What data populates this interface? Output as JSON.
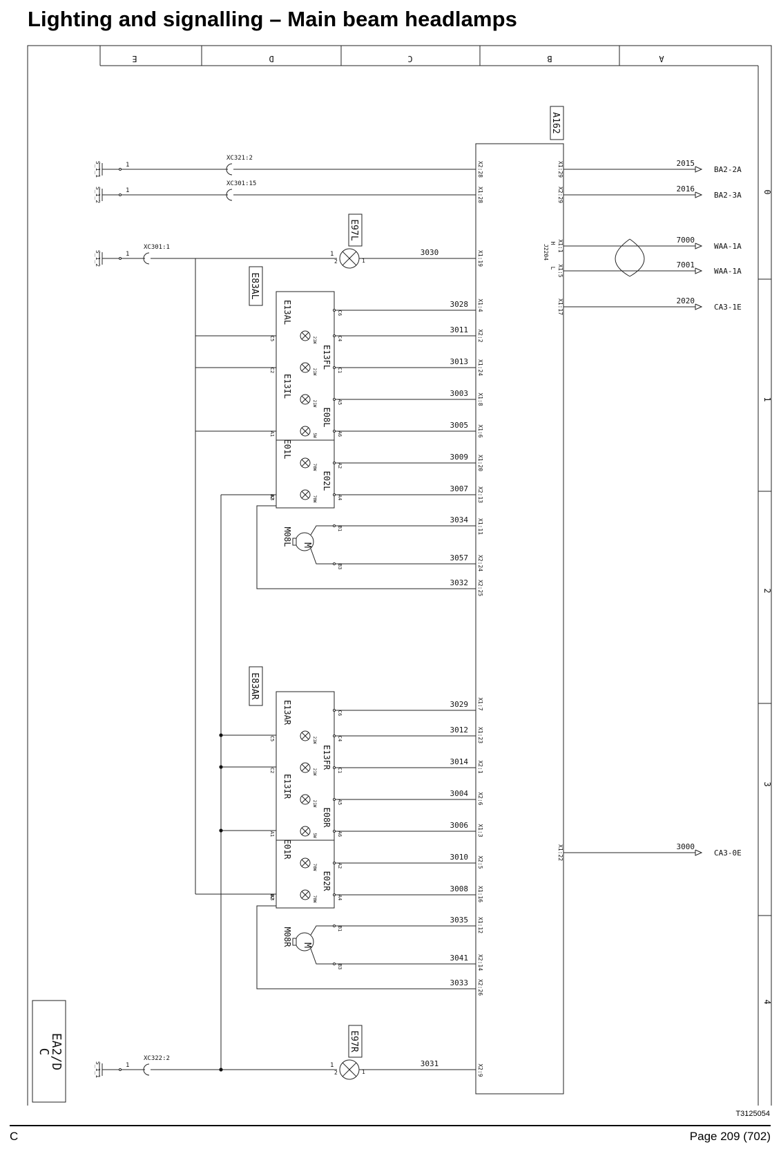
{
  "title": "Lighting and signalling – Main beam headlamps",
  "footer": {
    "left": "C",
    "right": "Page 209 (702)",
    "drawing_number": "T3125054"
  },
  "grid": {
    "columns": [
      "E",
      "D",
      "C",
      "B",
      "A"
    ],
    "rows": [
      "0",
      "1",
      "2",
      "3",
      "4"
    ]
  },
  "sheet_ref": [
    "EA2/D",
    "C"
  ],
  "ecu": {
    "name": "A162",
    "left_pins": [
      "X2:28",
      "X1:28",
      "X1:19",
      "X1:4",
      "X2:2",
      "X1:24",
      "X1:8",
      "X1:6",
      "X1:20",
      "X2:13",
      "X1:11",
      "X2:24",
      "X2:25",
      "X1:7",
      "X1:23",
      "X2:1",
      "X2:6",
      "X1:3",
      "X2:5",
      "X1:16",
      "X1:12",
      "X2:14",
      "X2:26",
      "X2:9"
    ],
    "right_pins": [
      "X1:29",
      "X2:29",
      "X1:1",
      "X1:5",
      "X1:17",
      "X1:22"
    ],
    "can_label": [
      "H",
      "J2204",
      "L"
    ]
  },
  "inputs": [
    {
      "label": "S_1_1",
      "pin": "1",
      "connector": "XC321:2"
    },
    {
      "label": "S_1_2",
      "pin": "1",
      "connector": "XC301:15"
    },
    {
      "label": "S_1_2",
      "pin": "1",
      "connector": "XC301:1"
    },
    {
      "label": "S_1_1",
      "pin": "1",
      "connector": "XC322:2"
    }
  ],
  "outputs": [
    {
      "wire": "2015",
      "dest": "BA2-2A"
    },
    {
      "wire": "2016",
      "dest": "BA2-3A"
    },
    {
      "wire": "7000",
      "dest": "WAA-1A"
    },
    {
      "wire": "7001",
      "dest": "WAA-1A"
    },
    {
      "wire": "2020",
      "dest": "CA3-1E"
    },
    {
      "wire": "3000",
      "dest": "CA3-0E"
    }
  ],
  "lamps": {
    "e97l": {
      "name": "E97L",
      "pin1": "1",
      "pin2": "2",
      "pin_out": "1",
      "wire": "3030"
    },
    "e97r": {
      "name": "E97R",
      "pin1": "1",
      "pin2": "2",
      "pin_out": "1",
      "wire": "3031"
    }
  },
  "left_unit": {
    "name": "E83AL",
    "labels": [
      "E13AL",
      "E13FL",
      "E13IL",
      "E08L",
      "E01L",
      "E02L",
      "M08L"
    ],
    "pins_right": [
      "C6",
      "C4",
      "C1",
      "A5",
      "A6",
      "A2",
      "A4",
      "B1",
      "B3"
    ],
    "pins_left": [
      "C5",
      "C2",
      "A1",
      "A3",
      "B2"
    ],
    "watts": [
      "21W",
      "21W",
      "21W",
      "5W",
      "70W",
      "70W"
    ],
    "wires": [
      "3028",
      "3011",
      "3013",
      "3003",
      "3005",
      "3009",
      "3007",
      "3034",
      "3057",
      "3032"
    ],
    "motor": "M"
  },
  "right_unit": {
    "name": "E83AR",
    "labels": [
      "E13AR",
      "E13FR",
      "E13IR",
      "E08R",
      "E01R",
      "E02R",
      "M08R"
    ],
    "pins_right": [
      "C6",
      "C4",
      "C1",
      "A5",
      "A6",
      "A2",
      "A4",
      "B1",
      "B3"
    ],
    "pins_left": [
      "C5",
      "C2",
      "A1",
      "A3",
      "B2"
    ],
    "watts": [
      "21W",
      "21W",
      "21W",
      "5W",
      "70W",
      "70W"
    ],
    "wires": [
      "3029",
      "3012",
      "3014",
      "3004",
      "3006",
      "3010",
      "3008",
      "3035",
      "3041",
      "3033"
    ],
    "motor": "M"
  }
}
